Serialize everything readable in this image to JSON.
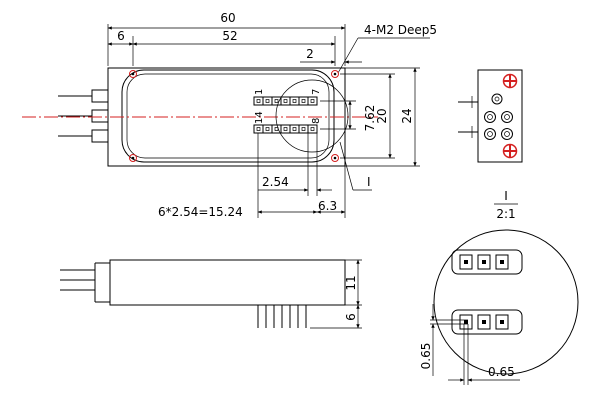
{
  "top_view": {
    "overall_length": "60",
    "left_offset": "6",
    "hole_spacing": "52",
    "hole_spec": "4-M2 Deep5",
    "hole_edge": "2",
    "height_outer": "24",
    "height_hole": "20",
    "pin_row_gap": "7.62",
    "pin_pitch": "2.54",
    "pin_span": "6*2.54=15.24",
    "pin_end_offset": "6.3",
    "pin1_label": "1",
    "pin7_label": "7",
    "pin8_label": "8",
    "pin14_label": "14",
    "detail_ref": "I"
  },
  "detail": {
    "title": "I",
    "scale": "2:1",
    "pin_width": "0.65",
    "pin_height": "0.65"
  },
  "side_view": {
    "body_height": "11",
    "pin_length": "6"
  },
  "colors": {
    "line": "#000000",
    "centerline": "#d42020",
    "mount_hole": "#d42020"
  }
}
